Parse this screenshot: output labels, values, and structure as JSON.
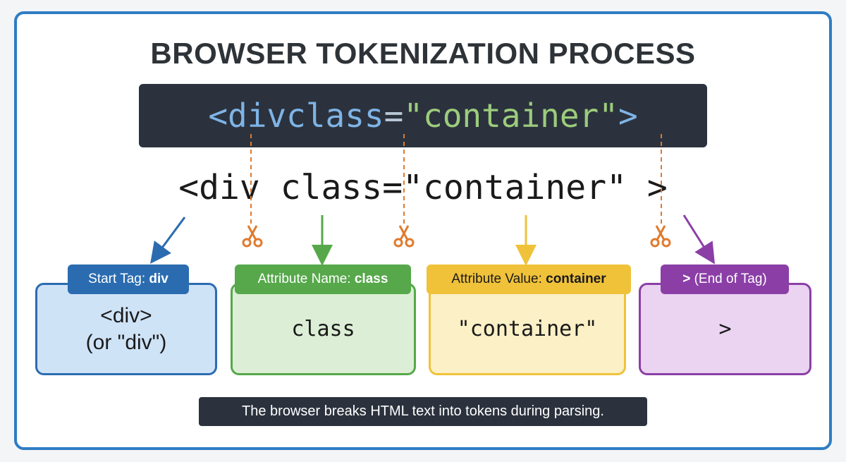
{
  "title": "BROWSER TOKENIZATION PROCESS",
  "source_code": {
    "tag_open": "<div",
    "attr_name": "class",
    "equals": "=",
    "attr_value": "\"container\"",
    "tag_close": ">"
  },
  "split_code": "<div class=\"container\" >",
  "tokens": [
    {
      "label_prefix": "Start Tag: ",
      "label_bold": "div",
      "content": "<div>\n(or \"div\")",
      "color": "#2b6cb0",
      "fill": "#cfe3f7"
    },
    {
      "label_prefix": "Attribute Name: ",
      "label_bold": "class",
      "content": "class",
      "color": "#56a84a",
      "fill": "#dcefd6"
    },
    {
      "label_prefix": "Attribute Value: ",
      "label_bold": "container",
      "content": "\"container\"",
      "color": "#f0c23a",
      "fill": "#fbf0c6"
    },
    {
      "label_prefix": "",
      "label_bold": ">",
      "label_suffix": " (End of Tag)",
      "content": ">",
      "color": "#8b3fa6",
      "fill": "#ead4f1"
    }
  ],
  "icons": [
    "scissors-icon",
    "scissors-icon",
    "scissors-icon"
  ],
  "caption": "The browser breaks HTML text into tokens during parsing.",
  "colors": {
    "frame": "#2f7dc4",
    "code_bg": "#2b323d",
    "cut_line": "#e07a2e"
  }
}
